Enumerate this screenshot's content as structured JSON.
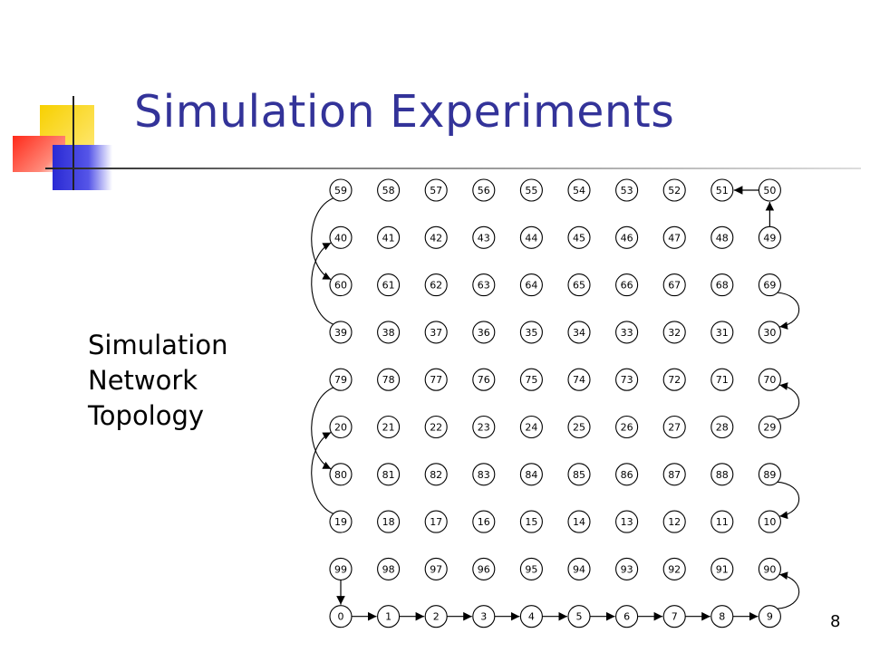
{
  "slide": {
    "title": "Simulation Experiments",
    "side_label": [
      "Simulation",
      "Network",
      "Topology"
    ],
    "page_number": "8"
  },
  "colors": {
    "title": "#333399",
    "accent_yellow": "#f7d000",
    "accent_red": "#ff2a1a",
    "accent_blue": "#2a2ad4"
  },
  "topology": {
    "grid_rows": [
      [
        "59",
        "58",
        "57",
        "56",
        "55",
        "54",
        "53",
        "52",
        "51",
        "50"
      ],
      [
        "40",
        "41",
        "42",
        "43",
        "44",
        "45",
        "46",
        "47",
        "48",
        "49"
      ],
      [
        "60",
        "61",
        "62",
        "63",
        "64",
        "65",
        "66",
        "67",
        "68",
        "69"
      ],
      [
        "39",
        "38",
        "37",
        "36",
        "35",
        "34",
        "33",
        "32",
        "31",
        "30"
      ],
      [
        "79",
        "78",
        "77",
        "76",
        "75",
        "74",
        "73",
        "72",
        "71",
        "70"
      ],
      [
        "20",
        "21",
        "22",
        "23",
        "24",
        "25",
        "26",
        "27",
        "28",
        "29"
      ],
      [
        "80",
        "81",
        "82",
        "83",
        "84",
        "85",
        "86",
        "87",
        "88",
        "89"
      ],
      [
        "19",
        "18",
        "17",
        "16",
        "15",
        "14",
        "13",
        "12",
        "11",
        "10"
      ],
      [
        "99",
        "98",
        "97",
        "96",
        "95",
        "94",
        "93",
        "92",
        "91",
        "90"
      ],
      [
        "0",
        "1",
        "2",
        "3",
        "4",
        "5",
        "6",
        "7",
        "8",
        "9"
      ]
    ],
    "straight_links": [
      [
        "0",
        "1"
      ],
      [
        "1",
        "2"
      ],
      [
        "2",
        "3"
      ],
      [
        "3",
        "4"
      ],
      [
        "4",
        "5"
      ],
      [
        "5",
        "6"
      ],
      [
        "6",
        "7"
      ],
      [
        "7",
        "8"
      ],
      [
        "8",
        "9"
      ],
      [
        "99",
        "0"
      ],
      [
        "49",
        "50"
      ],
      [
        "50",
        "51"
      ]
    ],
    "curved_links": [
      [
        "9",
        "90"
      ],
      [
        "89",
        "10"
      ],
      [
        "29",
        "70"
      ],
      [
        "69",
        "30"
      ],
      [
        "19",
        "20"
      ],
      [
        "79",
        "80"
      ],
      [
        "39",
        "40"
      ],
      [
        "59",
        "60"
      ]
    ]
  }
}
